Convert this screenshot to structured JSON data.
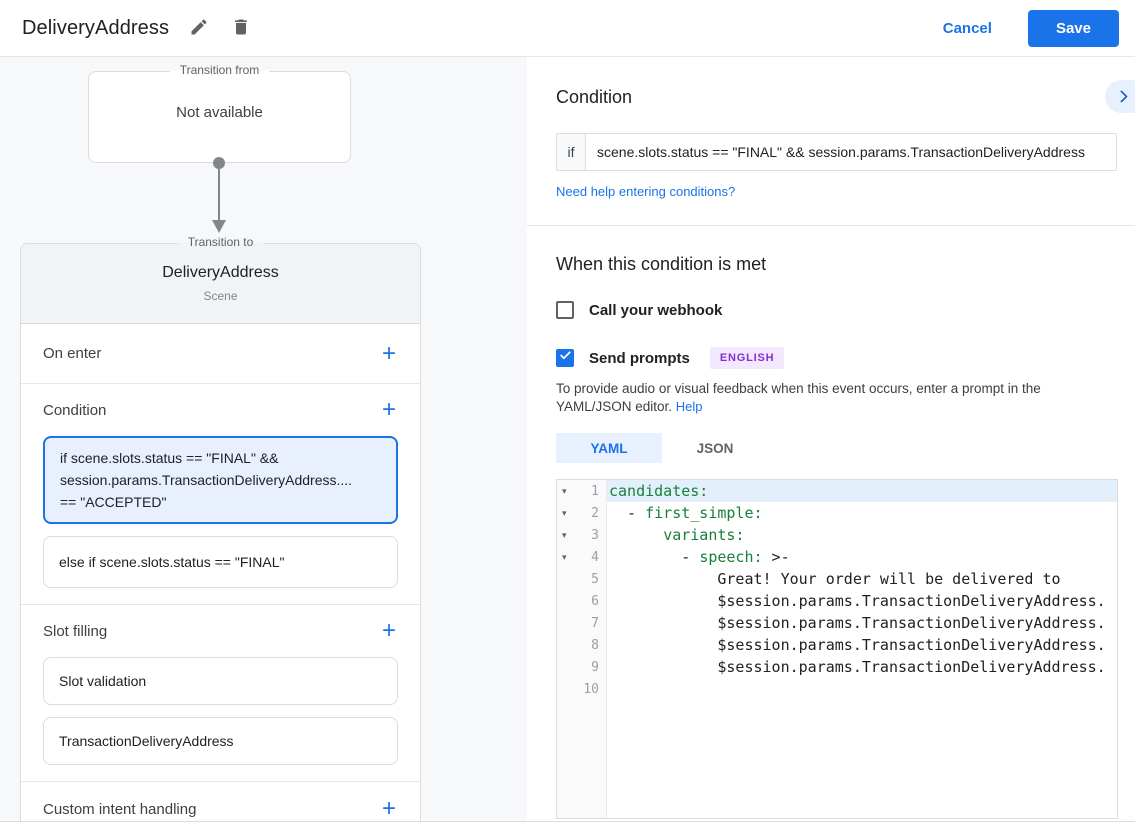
{
  "header": {
    "title": "DeliveryAddress",
    "cancel_label": "Cancel",
    "save_label": "Save"
  },
  "flow": {
    "from": {
      "legend": "Transition from",
      "value": "Not available"
    },
    "to": {
      "legend": "Transition to",
      "title": "DeliveryAddress",
      "subtitle": "Scene"
    },
    "sections": {
      "on_enter": "On enter",
      "condition": "Condition",
      "condition_items": [
        {
          "text": "if scene.slots.status == \"FINAL\" &&\nsession.params.TransactionDeliveryAddress....\n== \"ACCEPTED\"",
          "selected": true
        },
        {
          "text": "else if scene.slots.status == \"FINAL\"",
          "selected": false
        }
      ],
      "slot_filling": "Slot filling",
      "slot_items": [
        "Slot validation",
        "TransactionDeliveryAddress"
      ],
      "custom_intent": "Custom intent handling"
    }
  },
  "panel": {
    "title": "Condition",
    "if_label": "if",
    "if_value": "scene.slots.status == \"FINAL\" && session.params.TransactionDeliveryAddress",
    "help_link": "Need help entering conditions?",
    "met_title": "When this condition is met",
    "webhook_label": "Call your webhook",
    "webhook_checked": false,
    "prompts_label": "Send prompts",
    "prompts_checked": true,
    "language_badge": "ENGLISH",
    "description": "To provide audio or visual feedback when this event occurs, enter a prompt in the YAML/JSON editor. ",
    "description_link": "Help",
    "tabs": [
      {
        "label": "YAML",
        "active": true
      },
      {
        "label": "JSON",
        "active": false
      }
    ]
  },
  "editor": {
    "lines": [
      {
        "n": "1",
        "fold": true,
        "highlight": true,
        "parts": [
          {
            "c": "key",
            "t": "candidates:"
          }
        ]
      },
      {
        "n": "2",
        "fold": true,
        "parts": [
          {
            "c": "plain",
            "t": "  - "
          },
          {
            "c": "key",
            "t": "first_simple:"
          }
        ]
      },
      {
        "n": "3",
        "fold": true,
        "parts": [
          {
            "c": "plain",
            "t": "      "
          },
          {
            "c": "key",
            "t": "variants:"
          }
        ]
      },
      {
        "n": "4",
        "fold": true,
        "parts": [
          {
            "c": "plain",
            "t": "        - "
          },
          {
            "c": "key",
            "t": "speech:"
          },
          {
            "c": "plain",
            "t": " >-"
          }
        ]
      },
      {
        "n": "5",
        "parts": [
          {
            "c": "plain",
            "t": "            Great! Your order will be delivered to"
          }
        ]
      },
      {
        "n": "6",
        "parts": [
          {
            "c": "plain",
            "t": "            $session.params.TransactionDeliveryAddress."
          }
        ]
      },
      {
        "n": "7",
        "parts": [
          {
            "c": "plain",
            "t": "            $session.params.TransactionDeliveryAddress."
          }
        ]
      },
      {
        "n": "8",
        "parts": [
          {
            "c": "plain",
            "t": "            $session.params.TransactionDeliveryAddress."
          }
        ]
      },
      {
        "n": "9",
        "parts": [
          {
            "c": "plain",
            "t": "            $session.params.TransactionDeliveryAddress."
          }
        ]
      },
      {
        "n": "10",
        "parts": []
      }
    ]
  },
  "colors": {
    "accent": "#1a73e8",
    "selected_bg": "#e8f0fe",
    "yaml_key": "#188038",
    "badge_purple": "#8430ce",
    "line_highlight": "#e3f0fc"
  }
}
